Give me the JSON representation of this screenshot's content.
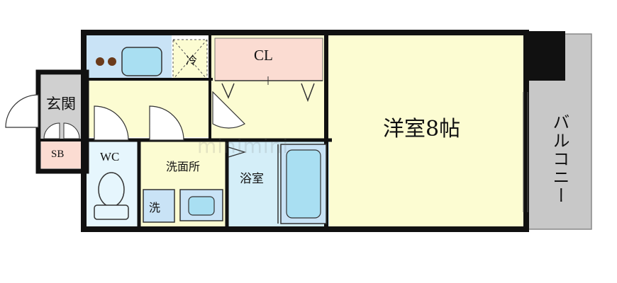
{
  "rooms": {
    "main_room": "洋室8帖",
    "closet": "CL",
    "entrance": "玄関",
    "shoe_box": "SB",
    "toilet": "WC",
    "washroom": "洗面所",
    "bathroom": "浴室",
    "refrigerator": "冷",
    "washer": "洗",
    "balcony": "バルコニー"
  },
  "watermark": "minimini",
  "colors": {
    "wall": "#111111",
    "main_room_fill": "#fcfcd2",
    "kitchen_fill": "#c9e3f6",
    "closet_fill": "#fbdcd2",
    "balcony_fill": "#c8c8c8",
    "bath_fill": "#d4eef8",
    "washroom_fill": "#fcfcd2",
    "wc_fill": "#e6f6fd",
    "fixture_fill": "#a9dff2"
  }
}
